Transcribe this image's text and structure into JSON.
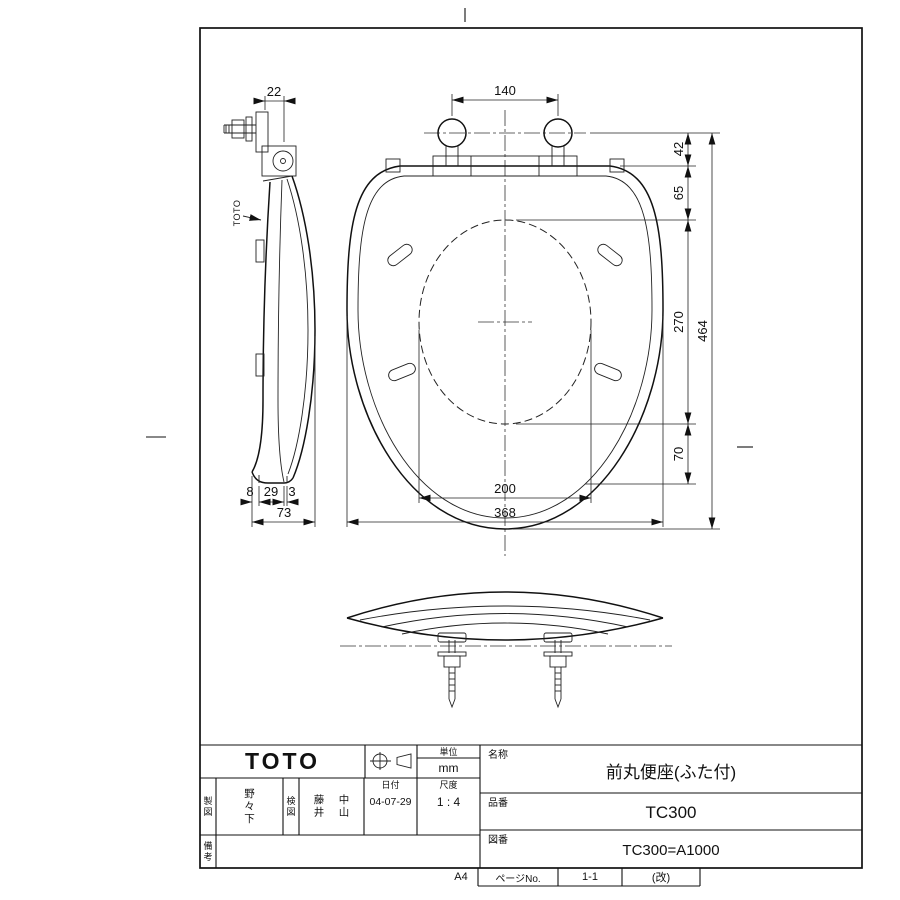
{
  "views": {
    "side_brand_mark": "TOTO"
  },
  "dimensions": {
    "top": {
      "hinge_bolt_spacing": "140",
      "hinge_to_lid_edge": "42",
      "lid_edge_to_opening": "65",
      "opening_length": "270",
      "opening_to_front": "70",
      "overall_length": "464",
      "opening_width": "200",
      "overall_width": "368"
    },
    "side": {
      "hinge_offset": "22",
      "front_lip": "8",
      "seat_thickness": "29",
      "gap": "3",
      "total_thickness": "73"
    }
  },
  "title_block": {
    "logo": "TOTO",
    "unit": {
      "label": "単位",
      "value": "mm"
    },
    "drafter": {
      "label": "製図",
      "value": "野々下"
    },
    "checker": {
      "label": "検図",
      "value_1": "藤井",
      "value_2": "中山"
    },
    "date": {
      "label": "日付",
      "value": "04-07-29"
    },
    "scale": {
      "label": "尺度",
      "value": "1 : 4"
    },
    "remarks": {
      "label": "備考",
      "value": ""
    },
    "name": {
      "label": "名称",
      "value": "前丸便座(ふた付)"
    },
    "part_no": {
      "label": "品番",
      "value": "TC300"
    },
    "drawing_no": {
      "label": "図番",
      "value": "TC300=A1000"
    }
  },
  "footer": {
    "paper_size": "A4",
    "page_label": "ページNo.",
    "page_value": "1-1",
    "revision": "(改)"
  }
}
